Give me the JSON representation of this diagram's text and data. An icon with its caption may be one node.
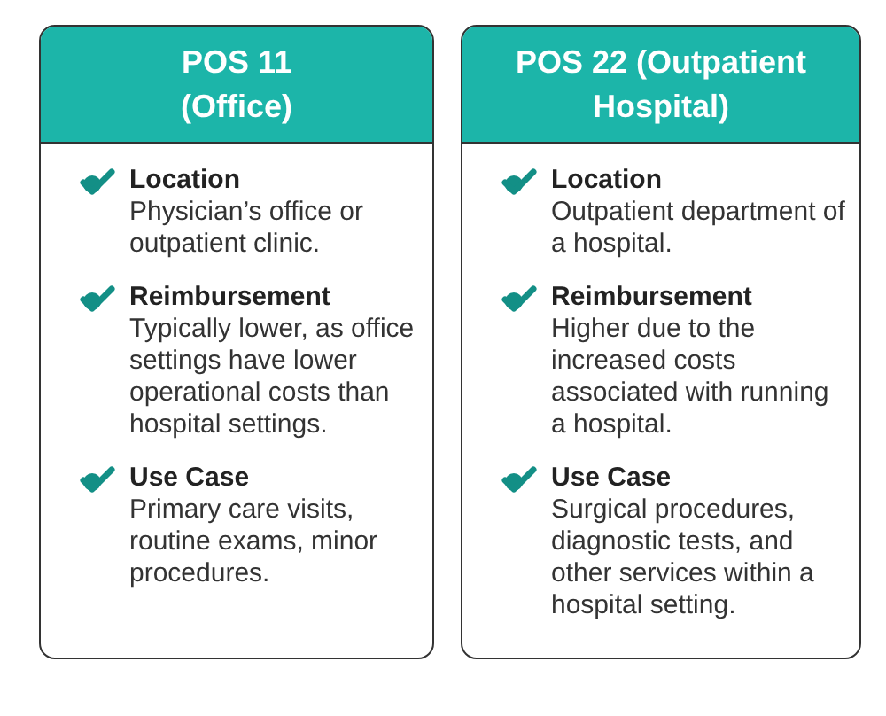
{
  "diagram": {
    "nodes": [
      {
        "text": [
          "POS 11 (Office)",
          "Location",
          "Physician’s office or outpatient clinic.",
          "Reimbursement",
          "Typically lower, as office settings have lower operational costs than hospital settings.",
          "Use Case",
          "Primary care visits, routine exams, minor procedures."
        ]
      },
      {
        "text": [
          "POS 22 (Outpatient Hospital)",
          "Location",
          "Outpatient department of a hospital.",
          "Reimbursement",
          "Higher due to the increased costs associated with running a hospital.",
          "Use Case",
          "Surgical procedures, diagnostic tests, and other services within a hospital setting."
        ]
      }
    ]
  }
}
